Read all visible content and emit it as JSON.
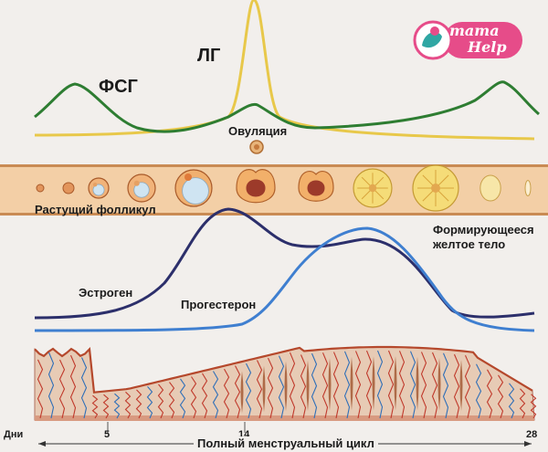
{
  "hormones_top": {
    "fsh": "ФСГ",
    "lh": "ЛГ"
  },
  "ovulation": "Овуляция",
  "follicle_growing": "Растущий фолликул",
  "corpus_luteum": "Формирующееся\nжелтое тело",
  "estrogen": "Эстроген",
  "progesterone": "Прогестерон",
  "axis": {
    "days_label": "Дни",
    "ticks": [
      "5",
      "14",
      "28"
    ],
    "cycle_label": "Полный менструальный цикл"
  },
  "logo": {
    "line1": "mama",
    "line2": "Help"
  },
  "colors": {
    "fsh": "#2e7d32",
    "lh": "#e8c84a",
    "estrogen": "#2c2f6b",
    "progesterone": "#3f7fd0",
    "band": "#f3cfa6",
    "endometrium": "#e7cbb5",
    "vessel_red": "#c0392b",
    "vessel_blue": "#2f6fb8",
    "logo_pink": "#e64c89",
    "logo_teal": "#2fa6a3"
  }
}
